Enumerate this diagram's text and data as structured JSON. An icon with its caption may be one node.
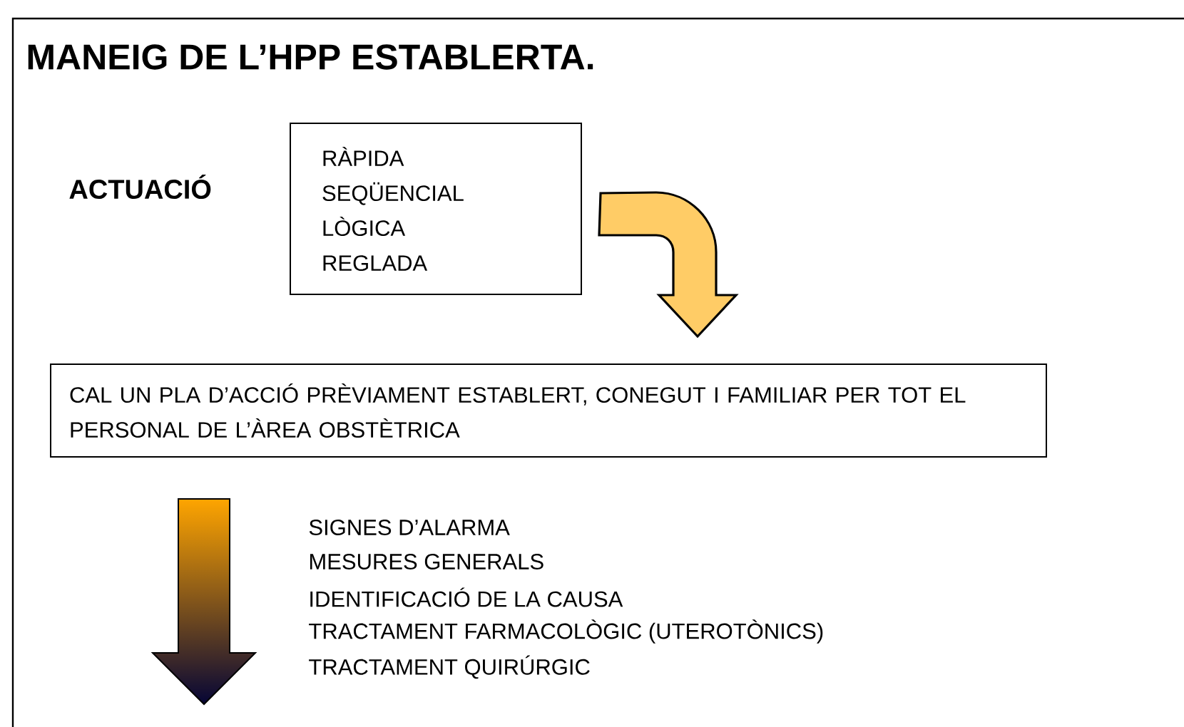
{
  "diagram": {
    "title": "MANEIG DE L’HPP ESTABLERTA.",
    "nodes": [
      {
        "text": [
          "RÀPIDA",
          "SEQÜENCIAL",
          "LÒGICA",
          "REGLADA"
        ]
      },
      {
        "text": [
          "CAL UN PLA D’ACCIÓ PRÈVIAMENT ESTABLERT, CONEGUT I FAMILIAR PER TOT EL PERSONAL DE L’ÀREA OBSTÈTRICA"
        ]
      }
    ],
    "edges": [
      {
        "from": 0,
        "to": 1,
        "arrow": "to",
        "style": "thick",
        "color": "#ffcc66"
      }
    ],
    "labels": [
      "ACTUACIÓ",
      "SIGNES D’ALARMA",
      "MESURES GENERALS",
      "IDENTIFICACIÓ DE LA CAUSA",
      "TRACTAMENT FARMACOLÒGIC (UTEROTÒNICS)",
      "TRACTAMENT QUIRÚRGIC"
    ]
  }
}
